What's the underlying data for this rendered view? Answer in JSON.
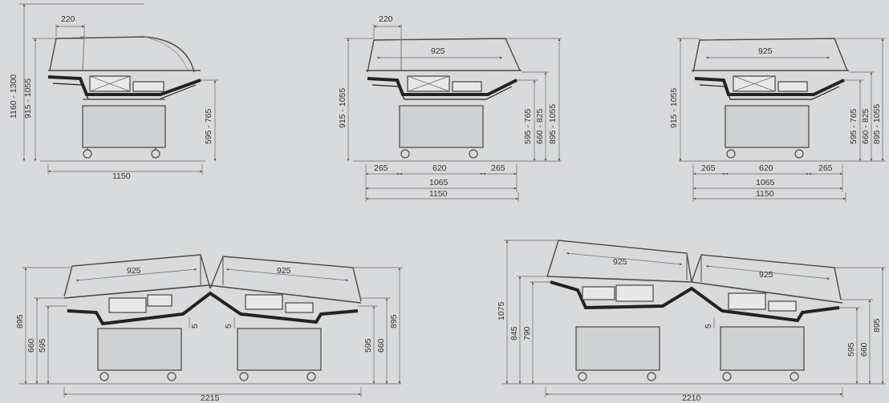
{
  "views": {
    "side_left": {
      "dim_top": "220",
      "dim_h_outer": "1160 - 1300",
      "dim_h_inner": "915 - 1055",
      "dim_h_right": "595 - 765",
      "dim_bottom": "1150"
    },
    "front_center": {
      "dim_top": "220",
      "dim_glass": "925",
      "dim_h_left": "915 - 1055",
      "dim_h_right1": "595 - 765",
      "dim_h_right2": "660 - 825",
      "dim_h_right3": "895 - 1055",
      "dim_seg_left": "265",
      "dim_seg_mid": "620",
      "dim_seg_right": "265",
      "dim_total1": "1065",
      "dim_total2": "1150"
    },
    "front_right": {
      "dim_glass": "925",
      "dim_h_left": "915 - 1055",
      "dim_h_right1": "595 - 765",
      "dim_h_right2": "660 - 825",
      "dim_h_right3": "895 - 1055",
      "dim_seg_left": "265",
      "dim_seg_mid": "620",
      "dim_seg_right": "265",
      "dim_total1": "1065",
      "dim_total2": "1150"
    },
    "combo_left": {
      "dim_glass_left": "925",
      "dim_glass_right": "925",
      "dim_h_left1": "895",
      "dim_h_left2": "660",
      "dim_h_left3": "595",
      "dim_h_right1": "595",
      "dim_h_right2": "660",
      "dim_h_right3": "895",
      "dim_gap_left": "5",
      "dim_gap_right": "5",
      "dim_bottom": "2215"
    },
    "combo_right": {
      "dim_glass_left": "925",
      "dim_glass_right": "925",
      "dim_h_left1": "1075",
      "dim_h_left2": "845",
      "dim_h_left3": "790",
      "dim_h_right1": "595",
      "dim_h_right2": "660",
      "dim_h_right3": "895",
      "dim_gap": "5",
      "dim_bottom": "2210"
    }
  }
}
